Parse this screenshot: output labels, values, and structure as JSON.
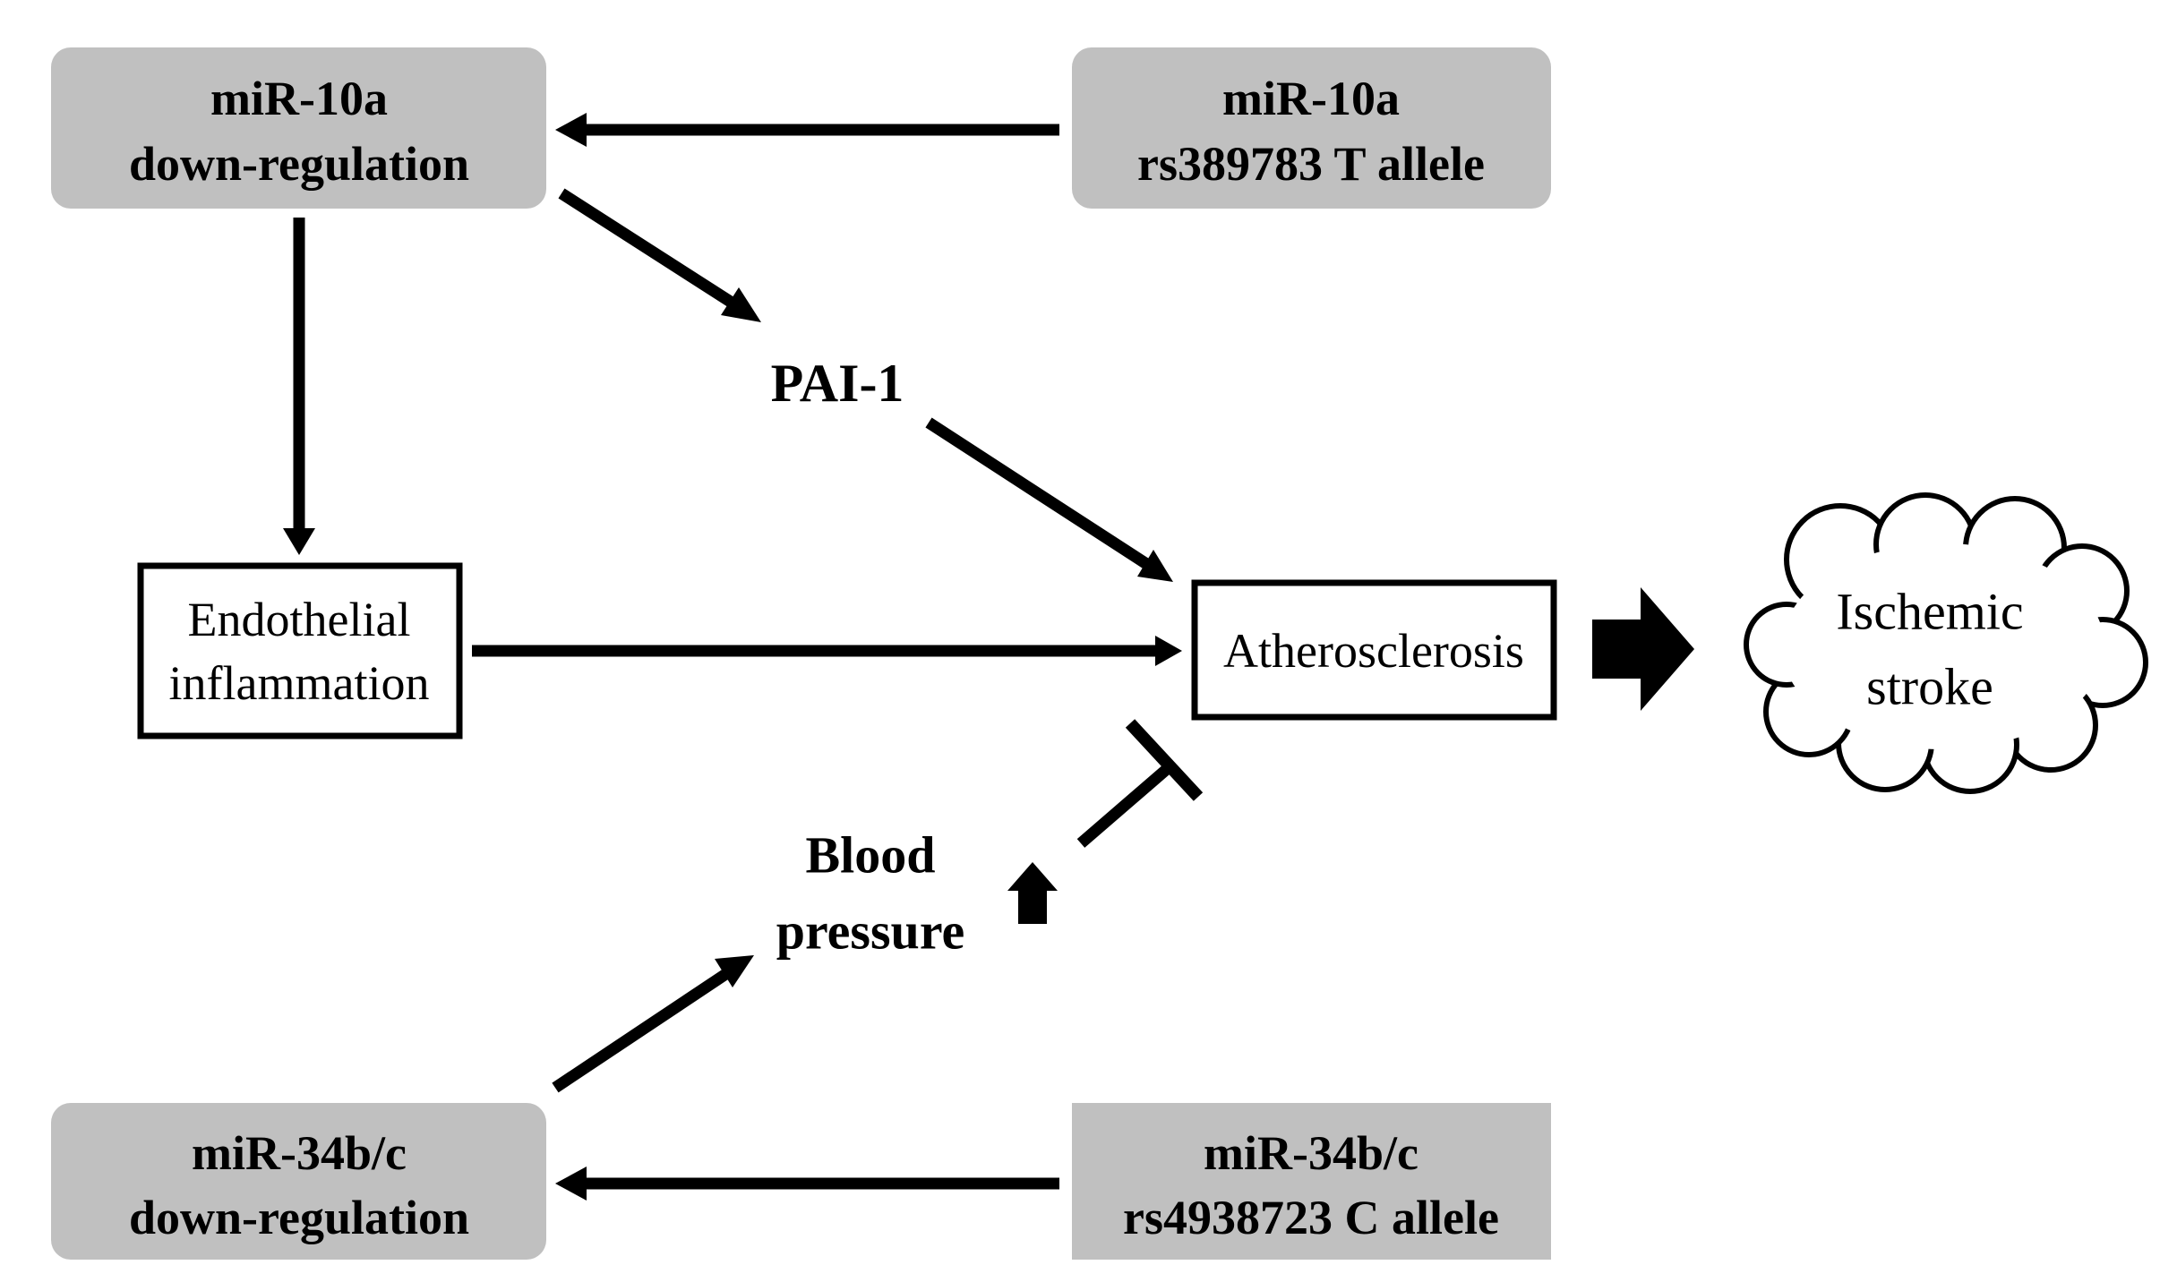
{
  "nodes": {
    "mir10a_down": {
      "line1": "miR-10a",
      "line2": "down-regulation"
    },
    "mir10a_snp": {
      "line1": "miR-10a",
      "line2": "rs389783 T allele"
    },
    "pai1": {
      "label": "PAI-1"
    },
    "endothelial": {
      "line1": "Endothelial",
      "line2": "inflammation"
    },
    "atherosclerosis": {
      "label": "Atherosclerosis"
    },
    "ischemic": {
      "line1": "Ischemic",
      "line2": "stroke"
    },
    "blood_pressure": {
      "line1": "Blood",
      "line2": "pressure"
    },
    "mir34_down": {
      "line1": "miR-34b/c",
      "line2": "down-regulation"
    },
    "mir34_snp": {
      "line1": "miR-34b/c",
      "line2": "rs4938723 C allele"
    }
  },
  "edges": [
    {
      "from": "miR-10a rs389783 T allele",
      "to": "miR-10a down-regulation",
      "type": "activates"
    },
    {
      "from": "miR-10a down-regulation",
      "to": "PAI-1",
      "type": "activates"
    },
    {
      "from": "miR-10a down-regulation",
      "to": "Endothelial inflammation",
      "type": "activates"
    },
    {
      "from": "PAI-1",
      "to": "Atherosclerosis",
      "type": "activates"
    },
    {
      "from": "Endothelial inflammation",
      "to": "Atherosclerosis",
      "type": "activates"
    },
    {
      "from": "Atherosclerosis",
      "to": "Ischemic stroke",
      "type": "leads-to"
    },
    {
      "from": "Blood pressure (increased)",
      "to": "Atherosclerosis",
      "type": "inhibits"
    },
    {
      "from": "miR-34b/c down-regulation",
      "to": "Blood pressure",
      "type": "activates"
    },
    {
      "from": "miR-34b/c rs4938723 C allele",
      "to": "miR-34b/c down-regulation",
      "type": "activates"
    }
  ],
  "colors": {
    "gray_box": "#c0c0c0",
    "line": "#000000",
    "background": "#ffffff"
  }
}
